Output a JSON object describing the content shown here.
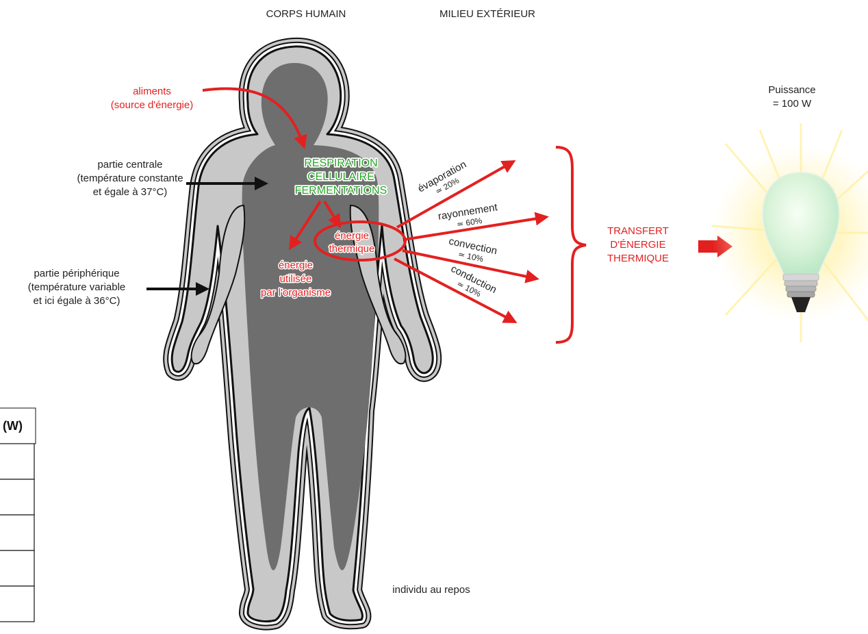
{
  "headers": {
    "body": "CORPS HUMAIN",
    "env": "MILIEU EXTÉRIEUR"
  },
  "labels": {
    "food_1": "aliments",
    "food_2": "(source d'énergie)",
    "central_1": "partie centrale",
    "central_2": "(température constante",
    "central_3": "et égale à 37°C)",
    "periph_1": "partie périphérique",
    "periph_2": "(température variable",
    "periph_3": "et ici égale à 36°C)",
    "resp_1": "RESPIRATION",
    "resp_2": "CELLULAIRE",
    "resp_3": "FERMENTATIONS",
    "thermal_1": "énergie",
    "thermal_2": "thermique",
    "used_1": "énergie",
    "used_2": "utilisée",
    "used_3": "par l'organisme",
    "transfer_1": "TRANSFERT",
    "transfer_2": "D'ÉNERGIE",
    "transfer_3": "THERMIQUE",
    "power_1": "Puissance",
    "power_2": "= 100 W",
    "rest": "individu au repos"
  },
  "modes": [
    {
      "name": "évaporation",
      "percent": "≃ 20%"
    },
    {
      "name": "rayonnement",
      "percent": "≃ 60%"
    },
    {
      "name": "convection",
      "percent": "≃ 10%"
    },
    {
      "name": "conduction",
      "percent": "≃ 10%"
    }
  ],
  "table": {
    "header": "(W)",
    "rows": [
      "",
      "",
      "",
      "",
      ""
    ]
  },
  "colors": {
    "arrow_red": "#e32020",
    "text_green": "#2aa52a",
    "body_core": "#6e6e6e",
    "body_shell": "#c8c8c8",
    "outline": "#111111"
  }
}
